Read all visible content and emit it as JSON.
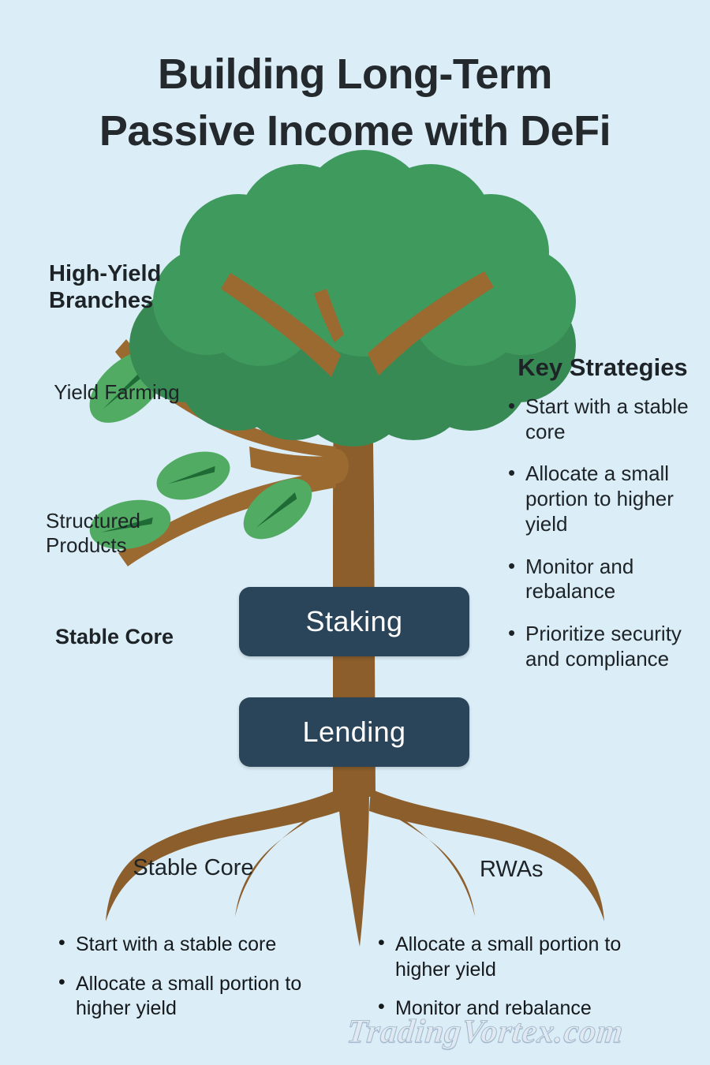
{
  "title": {
    "line1": "Building Long-Term",
    "line2": "Passive Income with DeFi"
  },
  "labels": {
    "high_yield_branches": "High-Yield Branches",
    "yield_farming": "Yield Farming",
    "structured_products": "Structured Products",
    "stable_core_mid": "Stable Core",
    "stable_core_bottom": "Stable Core",
    "rwas": "RWAs"
  },
  "core_boxes": [
    {
      "label": "Staking"
    },
    {
      "label": "Lending"
    }
  ],
  "key_strategies": {
    "heading": "Key Strategies",
    "items": [
      "Start with a stable core",
      "Allocate a small portion to higher yield",
      "Monitor and rebalance",
      "Prioritize security and compliance"
    ]
  },
  "bottom_lists": {
    "left_column": [
      "Start with a stable core",
      "Allocate a small portion to higher yield"
    ],
    "right_column": [
      "Allocate a small portion to higher yield",
      "Monitor and rebalance"
    ]
  },
  "watermark": "TradingVortex.com",
  "colors": {
    "background": "#dbedf7",
    "canopy_light": "#3f9a5d",
    "canopy_dark": "#388a55",
    "trunk_brown": "#8b5e2b",
    "branch_brown": "#9b6a30",
    "leaf_green": "#52ab63",
    "leaf_vein": "#1f6b36",
    "box_navy": "#2a4459",
    "text_dark": "#1d2326",
    "box_text": "#ffffff"
  }
}
